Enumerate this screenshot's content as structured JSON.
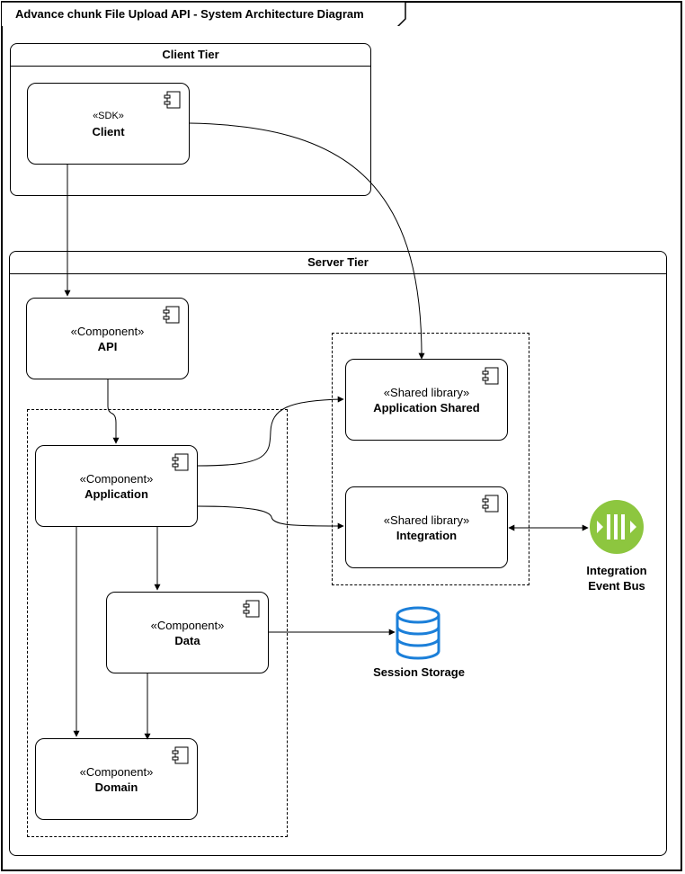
{
  "diagram": {
    "title": "Advance chunk File Upload API - System Architecture Diagram",
    "tiers": {
      "client": "Client Tier",
      "server": "Server Tier"
    },
    "components": {
      "client": {
        "stereotype": "«SDK»",
        "name": "Client"
      },
      "api": {
        "stereotype": "«Component»",
        "name": "API"
      },
      "application": {
        "stereotype": "«Component»",
        "name": "Application"
      },
      "data": {
        "stereotype": "«Component»",
        "name": "Data"
      },
      "domain": {
        "stereotype": "«Component»",
        "name": "Domain"
      },
      "app_shared": {
        "stereotype": "«Shared library»",
        "name": "Application Shared"
      },
      "integration": {
        "stereotype": "«Shared library»",
        "name": "Integration"
      }
    },
    "external": {
      "event_bus": {
        "label_line1": "Integration",
        "label_line2": "Event Bus",
        "color": "#8dc63f"
      },
      "session_storage": {
        "label": "Session Storage",
        "color": "#1b7fd9"
      }
    }
  }
}
